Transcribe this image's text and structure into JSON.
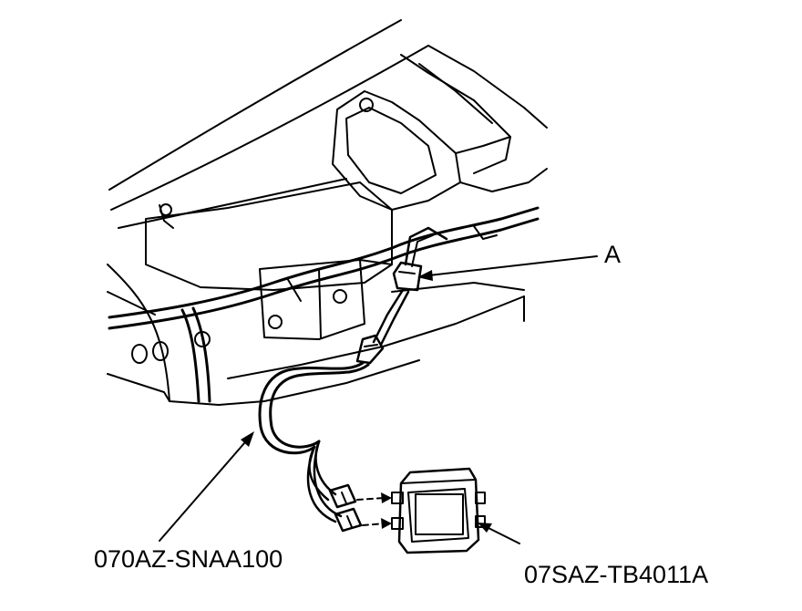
{
  "labels": {
    "connector": "A",
    "harness_part": "070AZ-SNAA100",
    "box_part": "07SAZ-TB4011A"
  },
  "colors": {
    "line": "#000000",
    "background": "#ffffff"
  }
}
